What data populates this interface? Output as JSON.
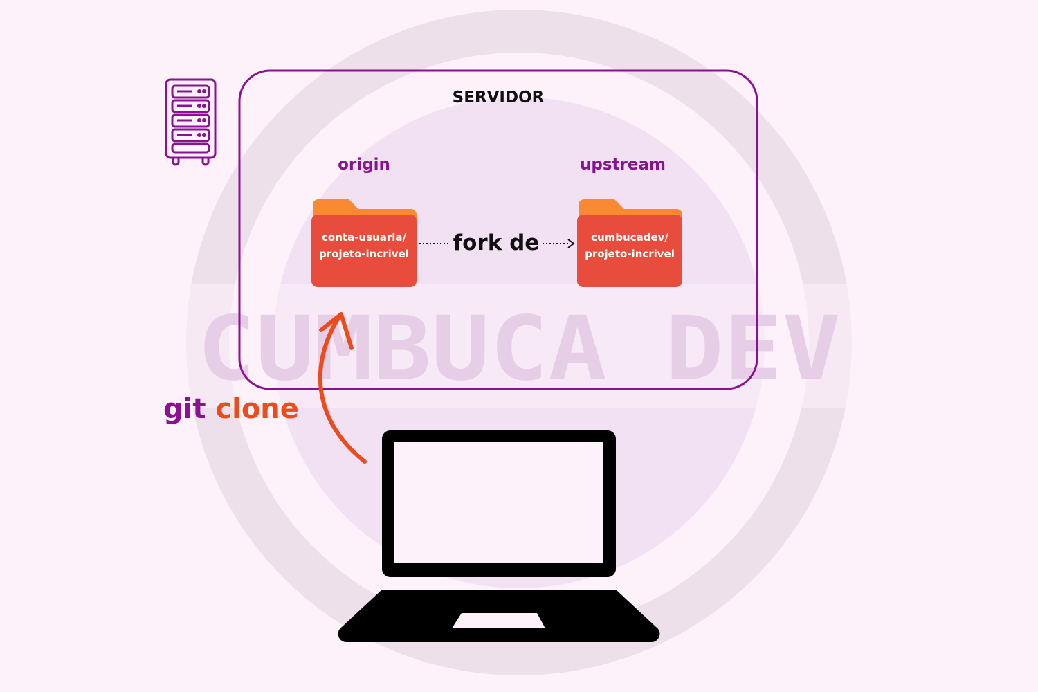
{
  "server": {
    "title": "SERVIDOR"
  },
  "origin": {
    "label": "origin",
    "repo_line1": "conta-usuaria/",
    "repo_line2": "projeto-incrivel"
  },
  "upstream": {
    "label": "upstream",
    "repo_line1": "cumbucadev/",
    "repo_line2": "projeto-incrivel"
  },
  "relation": {
    "label": "fork de"
  },
  "command": {
    "word1": "git",
    "word2": "clone"
  },
  "watermark": {
    "text": "CUMBUCA DEV"
  },
  "colors": {
    "background": "#fdf1fa",
    "purple": "#8a1191",
    "orange": "#ec4b1d",
    "folder_back": "#f98a33",
    "folder_front": "#e84c3d"
  },
  "icons": [
    "server-rack-icon",
    "folder-icon",
    "laptop-icon",
    "curved-arrow-icon"
  ]
}
